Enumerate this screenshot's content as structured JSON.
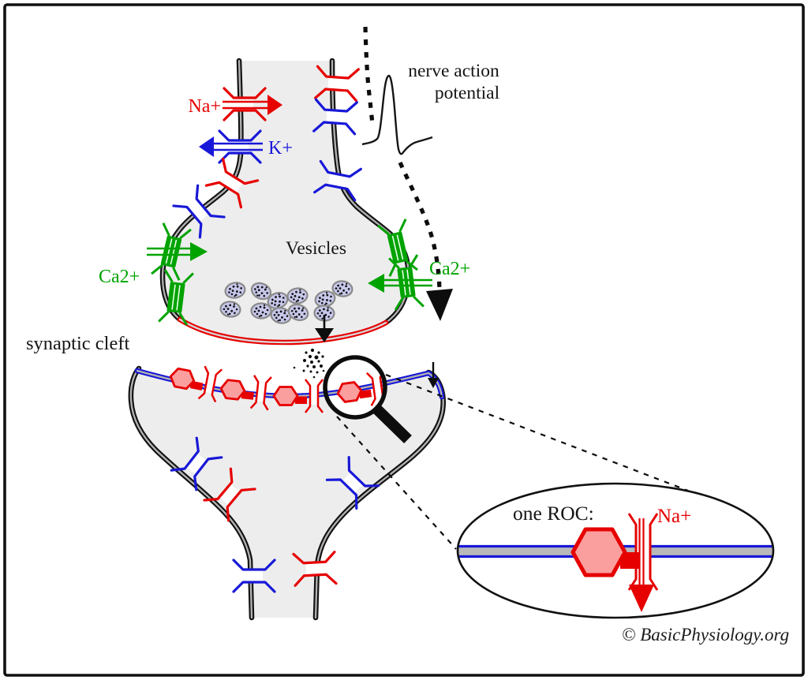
{
  "diagram": {
    "labels": {
      "nap_line1": "nerve action",
      "nap_line2": "potential",
      "na_plus": "Na+",
      "k_plus": "K+",
      "ca_left": "Ca2+",
      "ca_right": "Ca2+",
      "vesicles": "Vesicles",
      "synaptic_cleft": "synaptic cleft",
      "one_roc": "one ROC:",
      "inset_na": "Na+",
      "credit": "© BasicPhysiology.org"
    },
    "icons": [
      "sodium-channel-icon",
      "potassium-channel-icon",
      "calcium-channel-icon",
      "receptor-operated-channel-icon",
      "vesicle-icon",
      "magnifying-glass-icon",
      "action-potential-trace",
      "neurotransmitter-dots"
    ],
    "colors": {
      "sodium_red": "#e60000",
      "potassium_blue": "#1818d8",
      "calcium_green": "#00a300",
      "membrane_black": "#121212",
      "membrane_core_gray": "#b3b3b3",
      "cell_fill": "#ededed",
      "receptor_pink": "#fb9e9e",
      "vesicle_fill": "#c8c8ec"
    }
  }
}
